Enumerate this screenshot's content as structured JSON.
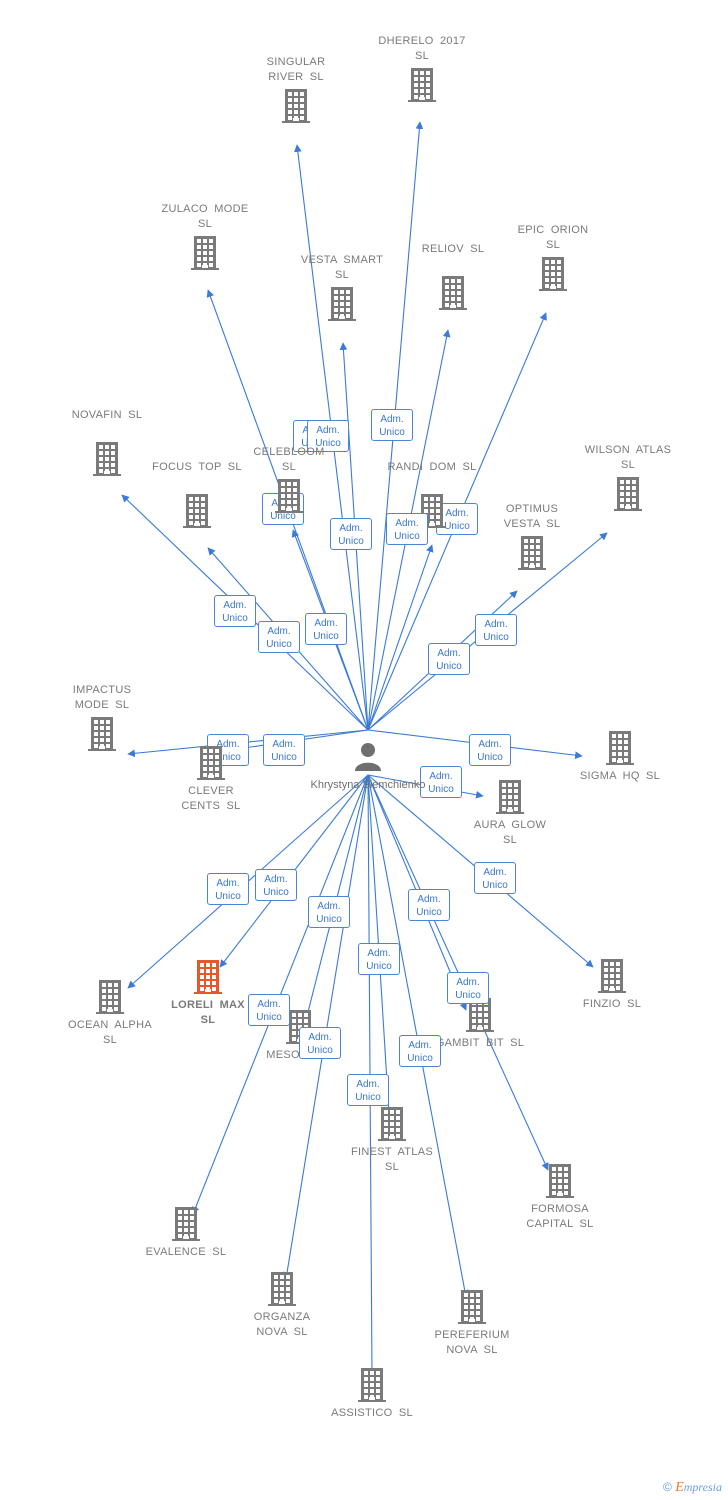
{
  "center": {
    "name": "Khrystyna Siemchienko",
    "icon": "person-icon"
  },
  "edge_label": {
    "line1": "Adm.",
    "line2": "Unico"
  },
  "nodes": [
    {
      "id": "singular-river",
      "label": "SINGULAR RIVER SL"
    },
    {
      "id": "dherelo-2017",
      "label": "DHERELO 2017 SL"
    },
    {
      "id": "zulaco-mode",
      "label": "ZULACO MODE SL"
    },
    {
      "id": "vesta-smart",
      "label": "VESTA SMART SL"
    },
    {
      "id": "reliov",
      "label": "RELIOV SL"
    },
    {
      "id": "epic-orion",
      "label": "EPIC ORION SL"
    },
    {
      "id": "novafin",
      "label": "NOVAFIN SL"
    },
    {
      "id": "focus-top",
      "label": "FOCUS TOP SL"
    },
    {
      "id": "celebloom",
      "label": "CELEBLOOM SL"
    },
    {
      "id": "randi-dom",
      "label": "RANDI DOM SL"
    },
    {
      "id": "wilson-atlas",
      "label": "WILSON ATLAS SL"
    },
    {
      "id": "optimus-vesta",
      "label": "OPTIMUS VESTA SL"
    },
    {
      "id": "impactus-mode",
      "label": "IMPACTUS MODE SL"
    },
    {
      "id": "clever-cents",
      "label": "CLEVER CENTS SL"
    },
    {
      "id": "sigma-hq",
      "label": "SIGMA HQ SL"
    },
    {
      "id": "aura-glow",
      "label": "AURA GLOW SL"
    },
    {
      "id": "ocean-alpha",
      "label": "OCEAN ALPHA SL"
    },
    {
      "id": "loreli-max",
      "label": "LORELI MAX SL",
      "highlight": true
    },
    {
      "id": "finzio",
      "label": "FINZIO SL"
    },
    {
      "id": "mesofa",
      "label": "MESOFA SL"
    },
    {
      "id": "gambit-bit",
      "label": "GAMBIT BIT SL"
    },
    {
      "id": "finest-atlas",
      "label": "FINEST ATLAS SL"
    },
    {
      "id": "formosa-capital",
      "label": "FORMOSA CAPITAL SL"
    },
    {
      "id": "evalence",
      "label": "EVALENCE SL"
    },
    {
      "id": "organza-nova",
      "label": "ORGANZA NOVA SL"
    },
    {
      "id": "pereferium-nova",
      "label": "PEREFERIUM NOVA SL"
    },
    {
      "id": "assistico",
      "label": "ASSISTICO SL"
    }
  ],
  "colors": {
    "edge": "#3a7bd5",
    "building": "#7a7a7a",
    "highlight": "#e8562a",
    "label": "#7a7a7a"
  },
  "footer": {
    "copyright": "©",
    "brand_first": "E",
    "brand_rest": "mpresia"
  }
}
